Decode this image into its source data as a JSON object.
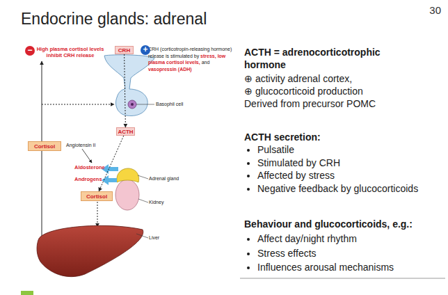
{
  "diagram": {
    "title": "Endocrine glands: adrenal",
    "nodes": [
      {
        "text": [
          "CRH"
        ]
      },
      {
        "text": [
          "ACTH"
        ]
      },
      {
        "text": [
          "Cortisol"
        ]
      },
      {
        "text": [
          "Cortisol"
        ]
      }
    ],
    "edges": [
      {
        "from": 0,
        "to": 1,
        "arrow": "to"
      },
      {
        "from": 1,
        "to": 3,
        "arrow": "to"
      }
    ],
    "labels": [
      "30",
      "−",
      "High plasma cortisol levels inhibit CRH release",
      "+",
      "CRH (corticotropin-releasing hormone) release is stimulated by",
      "stress, low plasma cortisol levels,",
      "and",
      "vasopressin (ADH)",
      "Basophil cell",
      "Angiotensin II",
      "Aldosterone",
      "Androgens",
      "Adrenal gland",
      "Kidney",
      "Liver",
      "ACTH = adrenocorticotrophic hormone",
      "⊕ activity adrenal cortex,",
      "⊕ glucocorticoid production",
      "Derived from precursor POMC",
      "ACTH secretion:",
      "Pulsatile",
      "Stimulated by CRH",
      "Affected by stress",
      "Negative feedback by glucocorticoids",
      "Behaviour and glucocorticoids, e.g.:",
      "Affect day/night rhythm",
      "Stress effects",
      "Influences arousal mechanisms"
    ]
  }
}
